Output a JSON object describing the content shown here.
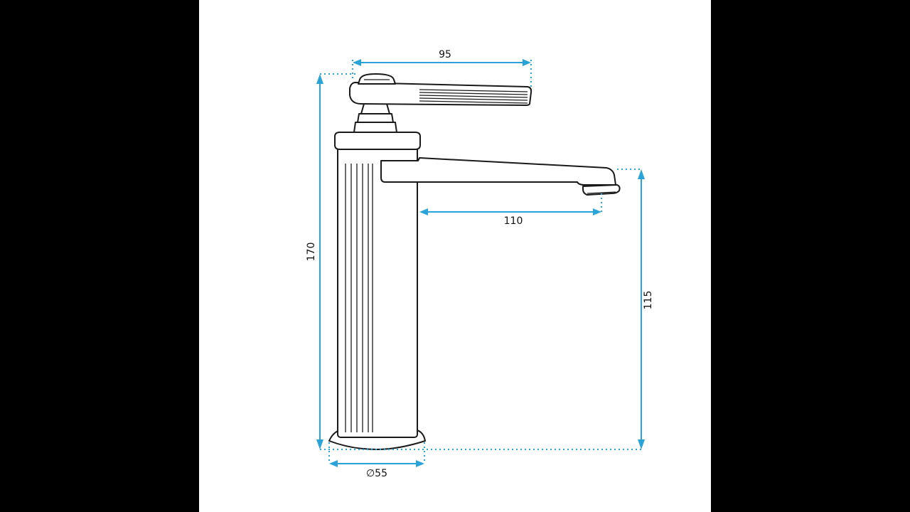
{
  "dimensions": {
    "handle_width": "95",
    "total_height": "170",
    "spout_reach": "110",
    "spout_height": "115",
    "base_diameter": "∅55"
  },
  "colors": {
    "dimension": "#2aa3d8",
    "outline": "#1a1a1a",
    "background": "#ffffff",
    "letterbox": "#000000"
  }
}
